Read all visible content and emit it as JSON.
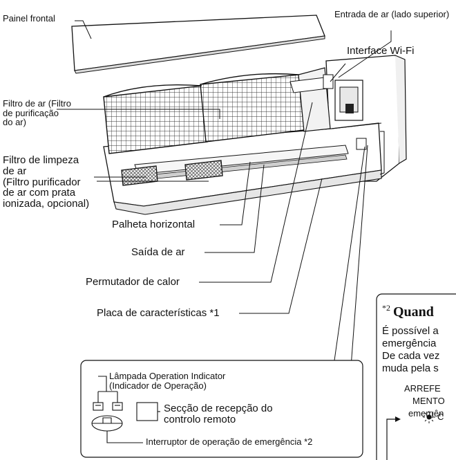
{
  "labels": {
    "front_panel": "Painel frontal",
    "air_inlet": "Entrada de ar (lado superior)",
    "wifi": "Interface Wi-Fi",
    "air_filter": "Filtro de ar (Filtro\nde purificação\ndo ar)",
    "cleaning_filter": "Filtro de limpeza\nde ar\n(Filtro purificador\nde ar com prata\nionizada, opcional)",
    "horizontal_louver": "Palheta horizontal",
    "air_outlet": "Saída de ar",
    "heat_exchanger": "Permutador de calor",
    "nameplate": "Placa de características *1"
  },
  "detail": {
    "lamp": "Lâmpada Operation Indicator\n(Indicador de Operação)",
    "receiver": "Secção de recepção do\ncontrolo remoto",
    "emergency": "Interruptor de operação de emergência *2"
  },
  "side_box": {
    "superscript": "*2",
    "title": "Quand",
    "lines": [
      "É possível a",
      "emergência",
      "De cada vez",
      "muda pela s"
    ],
    "mode_lines": [
      "ARREFE",
      "MENTO",
      "emergên"
    ],
    "indicator": "C"
  }
}
